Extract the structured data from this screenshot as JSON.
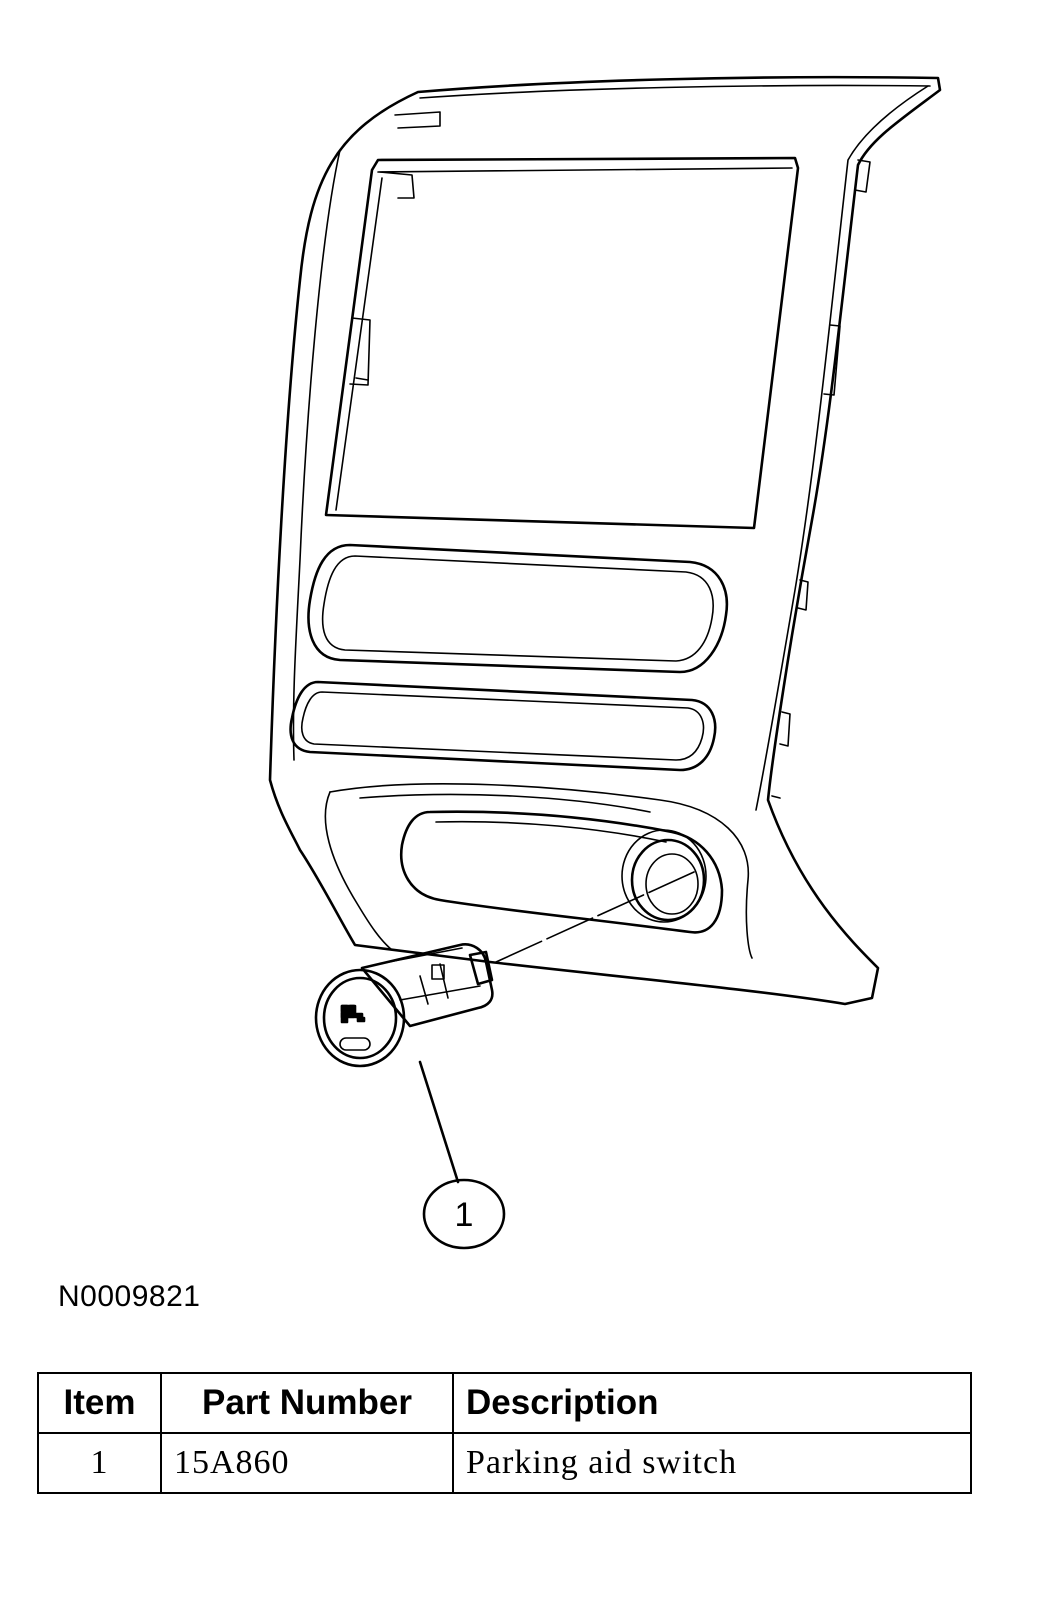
{
  "figure": {
    "callout": "1",
    "id": "N0009821"
  },
  "table": {
    "headers": {
      "item": "Item",
      "part_number": "Part Number",
      "description": "Description"
    },
    "rows": [
      {
        "item": "1",
        "part_number": "15A860",
        "description": "Parking aid switch"
      }
    ]
  },
  "icons": {
    "switch_face": "parking-aid-symbol-icon"
  }
}
